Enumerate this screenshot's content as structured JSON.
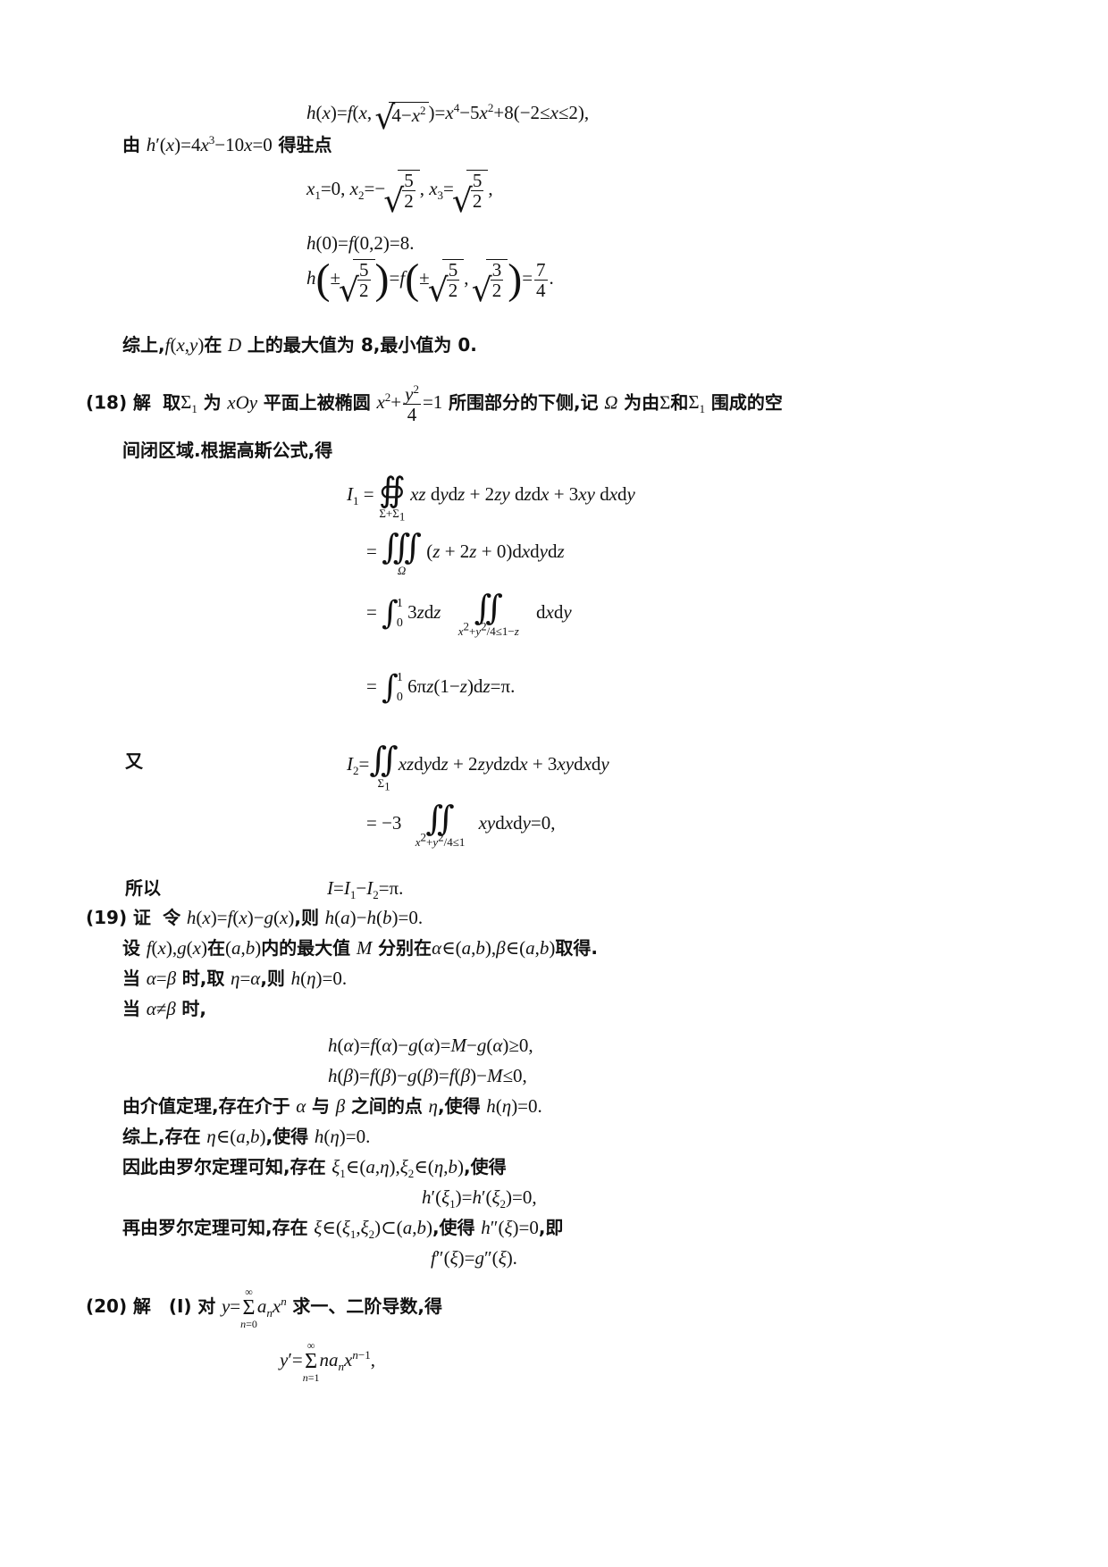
{
  "page": {
    "type": "math-solution-document",
    "sections": [
      {
        "id": "17-continued",
        "lines": [
          "h(x)=f(x,√(4−x²))=x⁴−5x²+8(−2≤x≤2),",
          "由 h′(x)=4x³−10x=0 得驻点",
          "x₁=0, x₂=−√(5/2), x₃=√(5/2),",
          "h(0)=f(0,2)=8.",
          "h(±√(5/2))=f(±√(5/2), √(3/2))=7/4.",
          "综上, f(x,y)在 D 上的最大值为 8, 最小值为 0."
        ]
      },
      {
        "id": "18",
        "number": "(18)",
        "label": "解",
        "intro": "取Σ₁为 xOy 平面上被椭圆 x²+y²/4=1 所围部分的下侧, 记 Ω 为由Σ和Σ₁围成的空间闭区域. 根据高斯公式, 得",
        "lines": [
          "I₁ = ∯_{Σ+Σ₁} xz dydz + 2zy dzdx + 3xy dxdy",
          "= ∭_Ω (z+2z+0) dxdydz",
          "= ∫₀¹ 3z dz ∬_{x²+y²/4≤1−z} dxdy",
          "= ∫₀¹ 6πz(1−z) dz = π.",
          "又 I₂ = ∬_{Σ₁} xz dydz + 2zy dzdx + 3xy dxdy",
          "= −3 ∬_{x²+y²/4≤1} xy dxdy = 0,",
          "所以 I = I₁ − I₂ = π."
        ]
      },
      {
        "id": "19",
        "number": "(19)",
        "label": "证",
        "lines": [
          "令 h(x)=f(x)−g(x), 则 h(a)−h(b)=0.",
          "设 f(x), g(x)在(a,b)内的最大值 M 分别在 α∈(a,b), β∈(a,b)取得.",
          "当 α=β 时, 取 η=α, 则 h(η)=0.",
          "当 α≠β 时,",
          "h(α)=f(α)−g(α)=M−g(α)≥0,",
          "h(β)=f(β)−g(β)=f(β)−M≤0,",
          "由介值定理, 存在介于 α 与 β 之间的点 η, 使得 h(η)=0.",
          "综上, 存在 η∈(a,b), 使得 h(η)=0.",
          "因此由罗尔定理可知, 存在 ξ₁∈(a,η), ξ₂∈(η,b), 使得",
          "h′(ξ₁)=h′(ξ₂)=0,",
          "再由罗尔定理可知, 存在 ξ∈(ξ₁,ξ₂)⊂(a,b), 使得 h″(ξ)=0, 即",
          "f″(ξ)=g″(ξ)."
        ]
      },
      {
        "id": "20",
        "number": "(20)",
        "label": "解",
        "part": "(Ⅰ)",
        "lines": [
          "对 y=Σ_{n=0}^{∞} aₙxⁿ 求一、二阶导数, 得",
          "y′=Σ_{n=1}^{∞} n aₙ x^{n−1},"
        ]
      }
    ]
  },
  "t": {
    "you": "由",
    "de_zhudian": "得驻点",
    "zongshang1": "综上,",
    "zongshang1b": "在",
    "zongshang1c": "上的最大值为 8,最小值为 0.",
    "q18_num": "(18)",
    "q18_jie": "解",
    "q18_a": "取",
    "q18_b": "为",
    "q18_c": "平面上被椭圆",
    "q18_d": "所围部分的下侧,记",
    "q18_e": "为由",
    "q18_f": "和",
    "q18_g": "围成的空",
    "q18_line2": "间闭区域.根据高斯公式,得",
    "you2": "又",
    "suoyi": "所以",
    "q19_num": "(19)",
    "q19_zheng": "证",
    "q19_ling": "令",
    "q19_ze": ",则",
    "q19_she": "设",
    "q19_zai": "在",
    "q19_nei": "内的最大值",
    "q19_fenbie": "分别在",
    "q19_qude": "取得.",
    "q19_dang": "当",
    "q19_shi_qu": "时,取",
    "q19_ze2": ",则",
    "q19_dang2": "当",
    "q19_shi": "时,",
    "q19_jiezhi": "由介值定理,存在介于",
    "q19_yu": "与",
    "q19_zhijian": "之间的点",
    "q19_shide": ",使得",
    "q19_zongshang": "综上,存在",
    "q19_shide2": ",使得",
    "q19_luoer": "因此由罗尔定理可知,存在",
    "q19_shide3": ",使得",
    "q19_zaiyou": "再由罗尔定理可知,存在",
    "q19_shide4": ",使得",
    "q19_ji": ",即",
    "q20_num": "(20)",
    "q20_jie": "解",
    "q20_part": "(Ⅰ)",
    "q20_dui": "对",
    "q20_qiu": "求一、二阶导数,得"
  }
}
